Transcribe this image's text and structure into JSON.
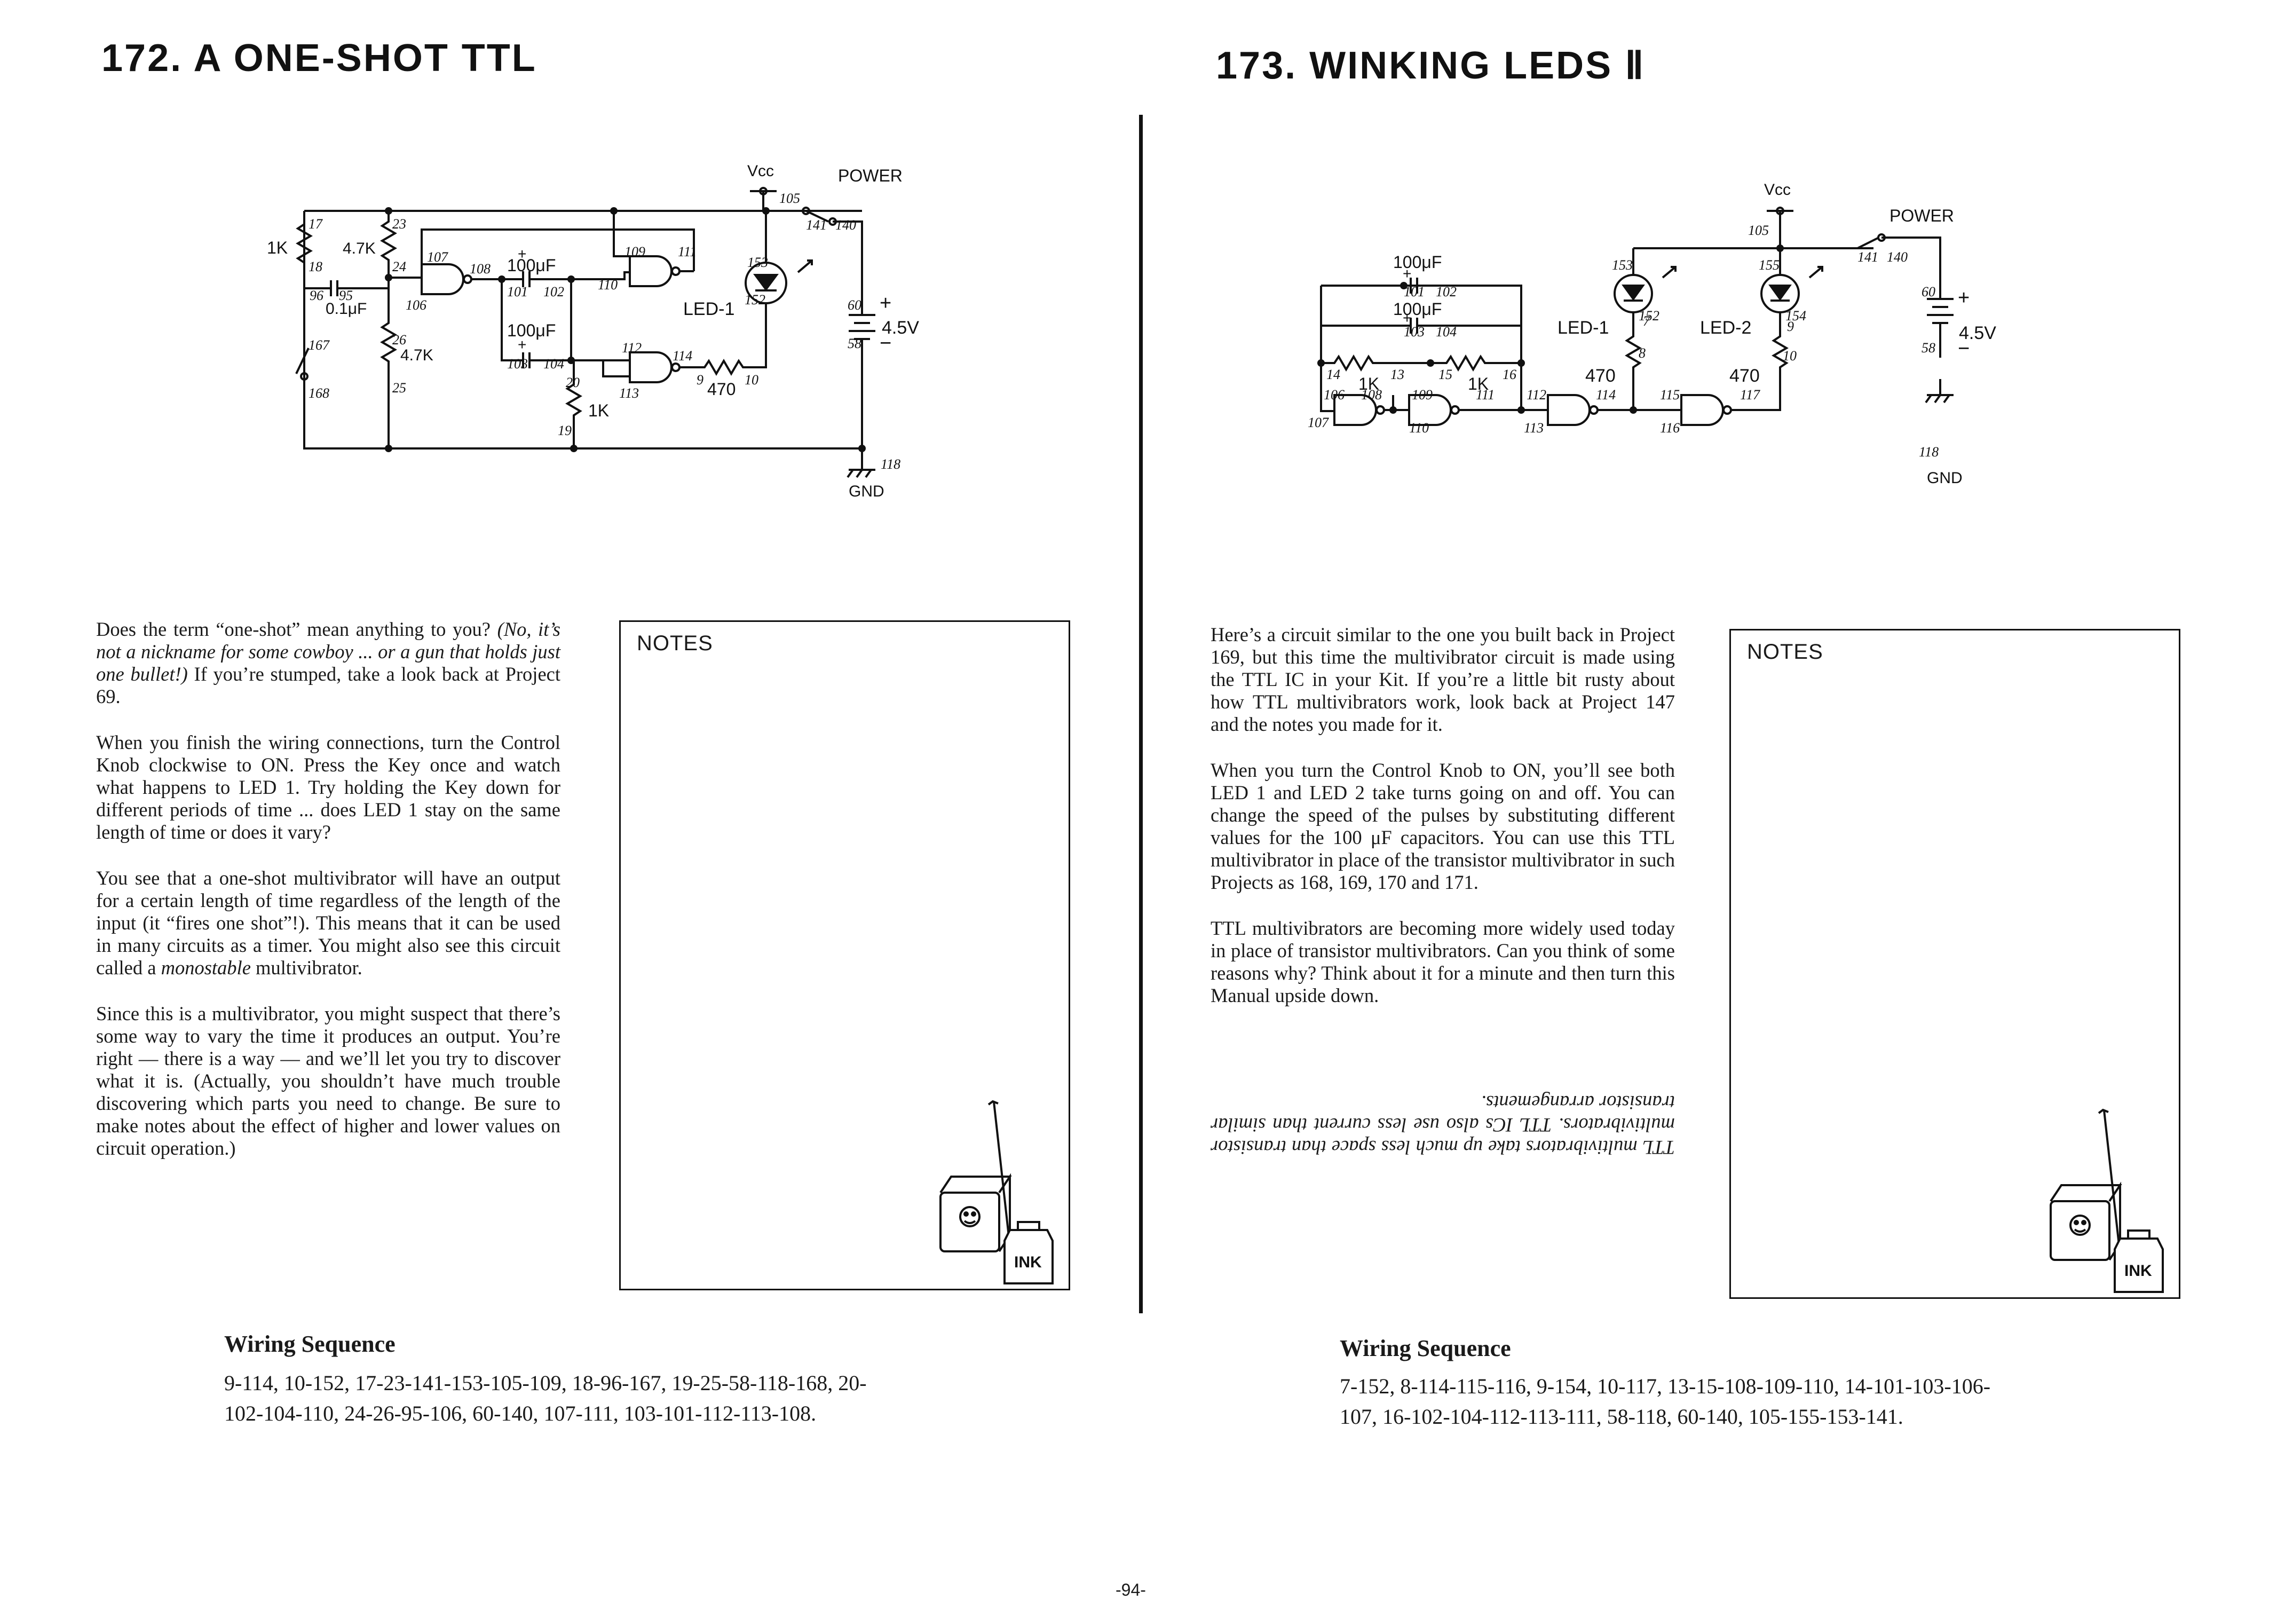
{
  "page_number": "-94-",
  "left": {
    "title": "172. A ONE-SHOT TTL",
    "schematic": {
      "vcc": "Vcc",
      "power": "POWER",
      "gnd": "GND",
      "battery": "4.5V",
      "plus": "+",
      "minus": "−",
      "led": "LED-1",
      "cap1": "100μF",
      "cap2": "100μF",
      "cap3": "0.1μF",
      "cap_plus": "+",
      "r1": "1K",
      "r2": "4.7K",
      "r3": "4.7K",
      "r4": "1K",
      "r5": "470",
      "pins": [
        "17",
        "18",
        "96",
        "95",
        "167",
        "168",
        "23",
        "24",
        "26",
        "25",
        "107",
        "108",
        "106",
        "101",
        "102",
        "103",
        "104",
        "109",
        "110",
        "111",
        "112",
        "113",
        "114",
        "20",
        "19",
        "9",
        "10",
        "153",
        "152",
        "105",
        "141",
        "140",
        "60",
        "58",
        "118"
      ]
    },
    "paragraphs": [
      {
        "pre": "Does the term “one-shot” mean anything to you? ",
        "em": "(No, it’s not a nickname for some cowboy ... or a gun that holds just one bullet!)",
        "post": " If you’re stumped, take a look back at Project 69."
      },
      {
        "pre": "When you finish the wiring connections, turn the Control Knob clockwise to ON. Press the Key once and watch what happens to LED 1. Try holding the Key down for different periods of time ... does LED 1 stay on the same length of time or does it vary?",
        "em": "",
        "post": ""
      },
      {
        "pre": "You see that a one-shot multivibrator will have an output for a certain length of time regardless of the length of the input (it “fires one shot”!). This means that it can be used in many circuits as a timer. You might also see this circuit called a ",
        "em": "monostable",
        "post": " multivibrator."
      },
      {
        "pre": "Since this is a multivibrator, you might suspect that there’s some way to vary the time it produces an output. You’re right — there is a way — and we’ll let you try to discover what it is. (Actually, you shouldn’t have much trouble discovering which parts you need to change. Be sure to make notes about the effect of higher and lower values on circuit operation.)",
        "em": "",
        "post": ""
      }
    ],
    "notes_label": "NOTES",
    "ink_label": "INK",
    "wiring_heading": "Wiring Sequence",
    "wiring_line1": "9-114, 10-152, 17-23-141-153-105-109, 18-96-167, 19-25-58-118-168, 20-",
    "wiring_line2": "102-104-110, 24-26-95-106, 60-140, 107-111, 103-101-112-113-108."
  },
  "right": {
    "title": "173. WINKING LEDS Ⅱ",
    "schematic": {
      "vcc": "Vcc",
      "power": "POWER",
      "gnd": "GND",
      "battery": "4.5V",
      "plus": "+",
      "minus": "−",
      "led1": "LED-1",
      "led2": "LED-2",
      "cap1": "100μF",
      "cap2": "100μF",
      "cap_plus": "+",
      "r1": "1K",
      "r2": "1K",
      "r3": "470",
      "r4": "470",
      "pins": [
        "105",
        "141",
        "140",
        "60",
        "58",
        "118",
        "101",
        "102",
        "103",
        "104",
        "14",
        "13",
        "15",
        "16",
        "153",
        "152",
        "155",
        "154",
        "7",
        "8",
        "9",
        "10",
        "106",
        "107",
        "108",
        "109",
        "110",
        "111",
        "112",
        "113",
        "114",
        "115",
        "116",
        "117"
      ]
    },
    "paragraphs": [
      "Here’s a circuit similar to the one you built back in Project 169, but this time the multivibrator circuit is made using the TTL IC in your Kit. If you’re a little bit rusty about how TTL multivibrators work, look back at Project 147 and the notes you made for it.",
      "When you turn the Control Knob to ON, you’ll see both LED 1 and LED 2 take turns going on and off. You can change the speed of the pulses by substituting different values for the 100 μF capacitors. You can use this TTL multivibrator in place of the transistor multivibrator in such Projects as 168, 169, 170 and 171.",
      "TTL multivibrators are becoming more widely used today in place of transistor multivibrators. Can you think of some reasons why? Think about it for a minute and then turn this Manual upside down."
    ],
    "upside_down_answer": "TTL multivibrators take up much less space than transistor multivibrators. TTL ICs also use less current than similar transistor arrangements.",
    "notes_label": "NOTES",
    "ink_label": "INK",
    "wiring_heading": "Wiring Sequence",
    "wiring_line1": "7-152, 8-114-115-116, 9-154, 10-117, 13-15-108-109-110, 14-101-103-106-",
    "wiring_line2": "107, 16-102-104-112-113-111, 58-118, 60-140, 105-155-153-141."
  }
}
